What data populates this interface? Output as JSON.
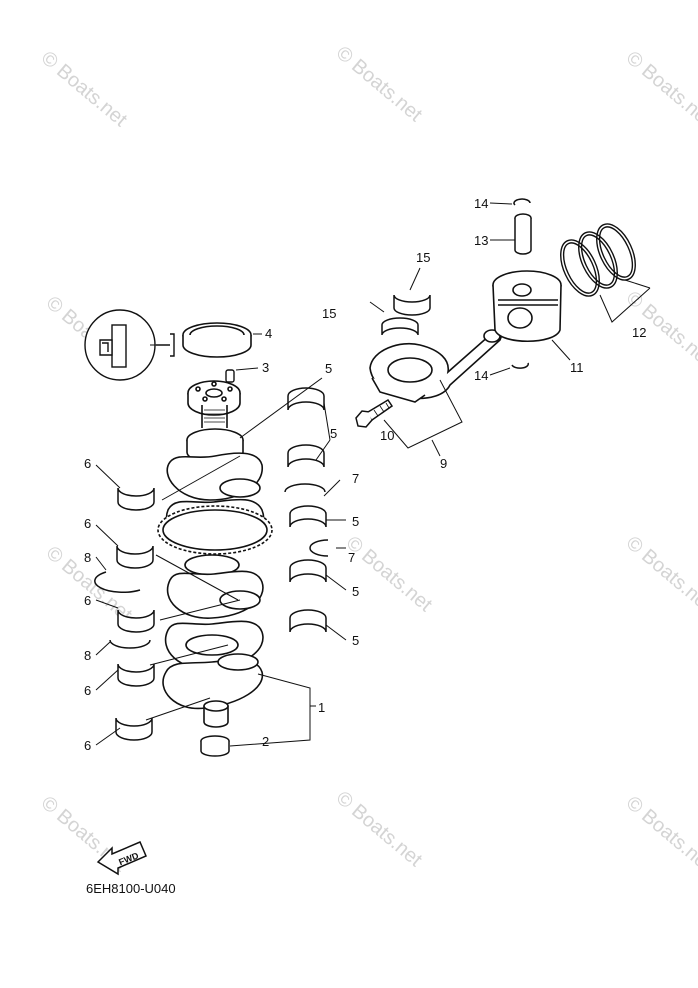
{
  "diagram": {
    "part_code": "6EH8100-U040",
    "fwd_label": "FWD",
    "watermark": "© Boats.net",
    "callouts": {
      "c1": "1",
      "c2": "2",
      "c3": "3",
      "c4": "4",
      "c5a": "5",
      "c5b": "5",
      "c5c": "5",
      "c5d": "5",
      "c5e": "5",
      "c6a": "6",
      "c6b": "6",
      "c6c": "6",
      "c6d": "6",
      "c6e": "6",
      "c7a": "7",
      "c7b": "7",
      "c8a": "8",
      "c8b": "8",
      "c9": "9",
      "c10": "10",
      "c11": "11",
      "c12": "12",
      "c13": "13",
      "c14a": "14",
      "c14b": "14",
      "c15a": "15",
      "c15b": "15"
    }
  }
}
